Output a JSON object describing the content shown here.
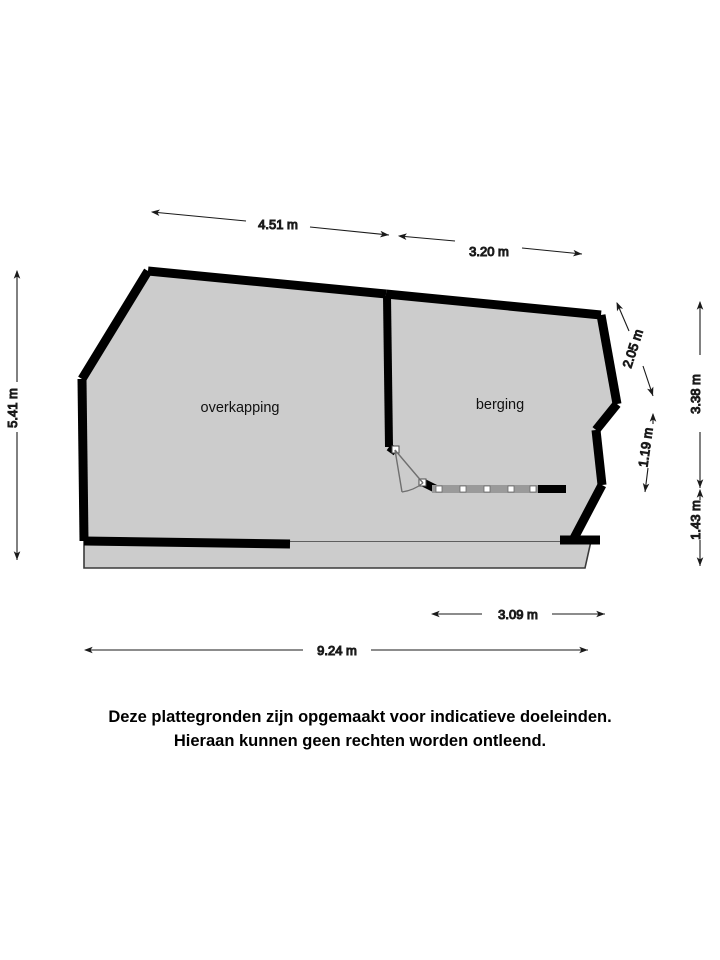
{
  "document": {
    "type": "floor-plan",
    "units": "m",
    "fill_color": "#cccccc",
    "wall_color": "#000000",
    "background_color": "#ffffff"
  },
  "rooms": [
    {
      "id": "overkapping",
      "label": "overkapping"
    },
    {
      "id": "berging",
      "label": "berging"
    }
  ],
  "dimensions": {
    "top": [
      {
        "id": "top-left-span",
        "value": "4.51 m"
      },
      {
        "id": "top-right-span",
        "value": "3.20 m"
      }
    ],
    "left": [
      {
        "id": "left-total",
        "value": "5.41 m"
      }
    ],
    "right_inner": [
      {
        "id": "right-diagonal-upper",
        "value": "2.05 m"
      },
      {
        "id": "right-diagonal-lower",
        "value": "1.19 m"
      }
    ],
    "right_outer": [
      {
        "id": "right-upper-total",
        "value": "3.38 m"
      },
      {
        "id": "right-lower-total",
        "value": "1.43 m"
      }
    ],
    "bottom": [
      {
        "id": "bottom-right-span",
        "value": "3.09 m"
      },
      {
        "id": "bottom-total",
        "value": "9.24 m"
      }
    ]
  },
  "openings": [
    {
      "id": "door-berging",
      "type": "door",
      "swing": "arc"
    },
    {
      "id": "window-berging-south",
      "type": "window",
      "panes": 5
    }
  ],
  "disclaimer": {
    "line1": "Deze plattegronden zijn opgemaakt voor indicatieve doeleinden.",
    "line2": "Hieraan kunnen geen rechten worden ontleend."
  }
}
